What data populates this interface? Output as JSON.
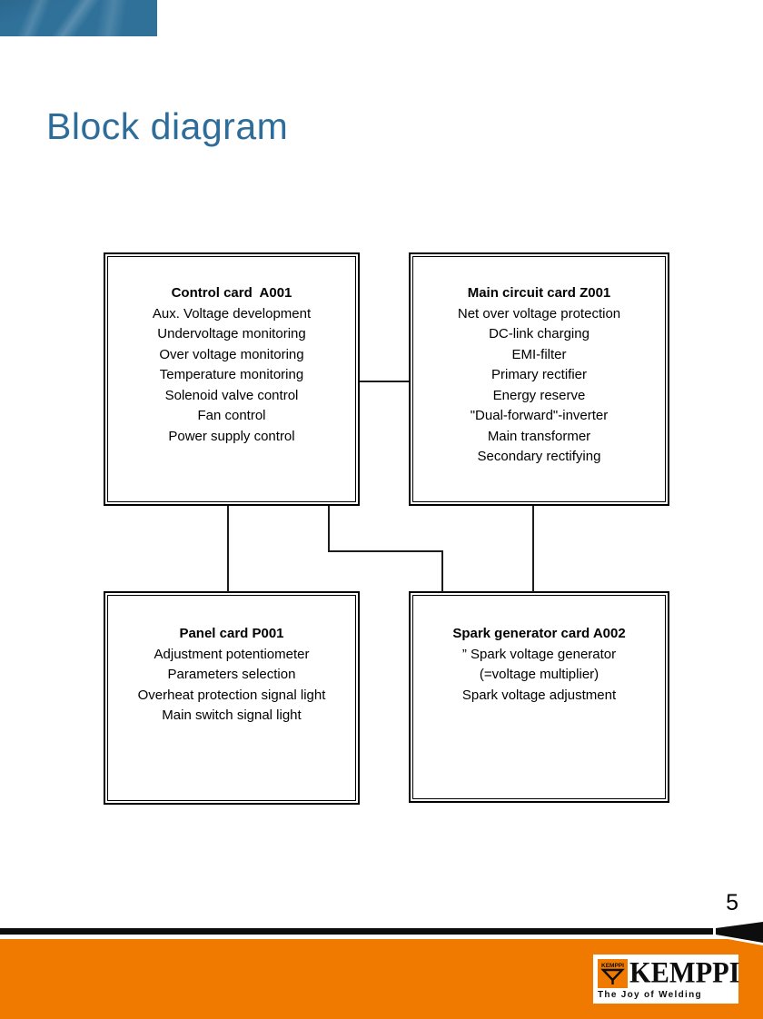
{
  "page": {
    "title": "Block diagram",
    "page_number": "5"
  },
  "colors": {
    "title_blue": "#2E6D99",
    "header_banner_blue": "#30719A",
    "footer_orange": "#F07A00",
    "connector_black": "#1C1C1C"
  },
  "header": {
    "banner_image": "blue-light-streaks-texture"
  },
  "diagram": {
    "boxes": [
      {
        "id": "control-card",
        "title": "Control card  A001",
        "lines": [
          "Aux. Voltage development",
          "Undervoltage monitoring",
          "Over voltage monitoring",
          "Temperature monitoring",
          "Solenoid valve control",
          "Fan control",
          "Power supply control"
        ]
      },
      {
        "id": "main-circuit-card",
        "title": "Main circuit card Z001",
        "lines": [
          "Net over voltage protection",
          "DC-link charging",
          "EMI-filter",
          "Primary rectifier",
          "Energy reserve",
          "\"Dual-forward\"-inverter",
          "Main transformer",
          "Secondary rectifying"
        ]
      },
      {
        "id": "panel-card",
        "title": "Panel card P001",
        "lines": [
          "Adjustment potentiometer",
          "Parameters selection",
          "Overheat protection signal light",
          "Main switch signal light"
        ]
      },
      {
        "id": "spark-generator-card",
        "title": "Spark generator card A002",
        "lines": [
          "” Spark voltage generator",
          "(=voltage multiplier)",
          "Spark voltage adjustment"
        ]
      }
    ],
    "connections": [
      "control-card right → main-circuit-card left",
      "control-card bottom → panel-card top",
      "control-card bottom → spark-generator-card top",
      "main-circuit-card bottom → spark-generator-card top"
    ]
  },
  "footer": {
    "brand": "KEMPPI",
    "badge_text": "KEMPPI",
    "tagline": "The Joy of Welding"
  }
}
